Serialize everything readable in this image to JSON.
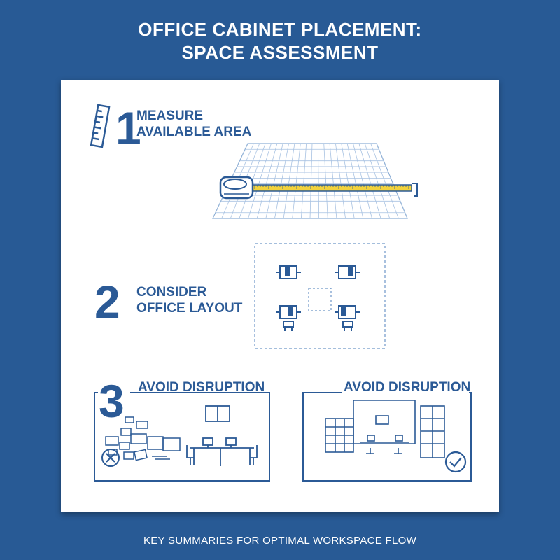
{
  "title": {
    "line1": "OFFICE CABINET PLACEMENT:",
    "line2": "SPACE ASSESSMENT"
  },
  "steps": [
    {
      "number": "1",
      "label_line1": "MEASURE",
      "label_line2": "AVAILABLE AREA",
      "icon": "ruler-icon"
    },
    {
      "number": "2",
      "label_line1": "CONSIDER",
      "label_line2": "OFFICE LAYOUT",
      "icon": "desk-layout-icon"
    },
    {
      "number": "3",
      "label": "AVOID DISRUPTION",
      "status": "incorrect",
      "status_icon": "x-circle-icon"
    }
  ],
  "panel_right": {
    "label": "AVOID DISRUPTION",
    "status": "correct",
    "status_icon": "check-circle-icon"
  },
  "footer": "KEY SUMMARIES FOR OPTIMAL WORKSPACE FLOW",
  "colors": {
    "background": "#285a95",
    "accent": "#2b5a96",
    "tape": "#f2d23c",
    "card": "#ffffff"
  }
}
